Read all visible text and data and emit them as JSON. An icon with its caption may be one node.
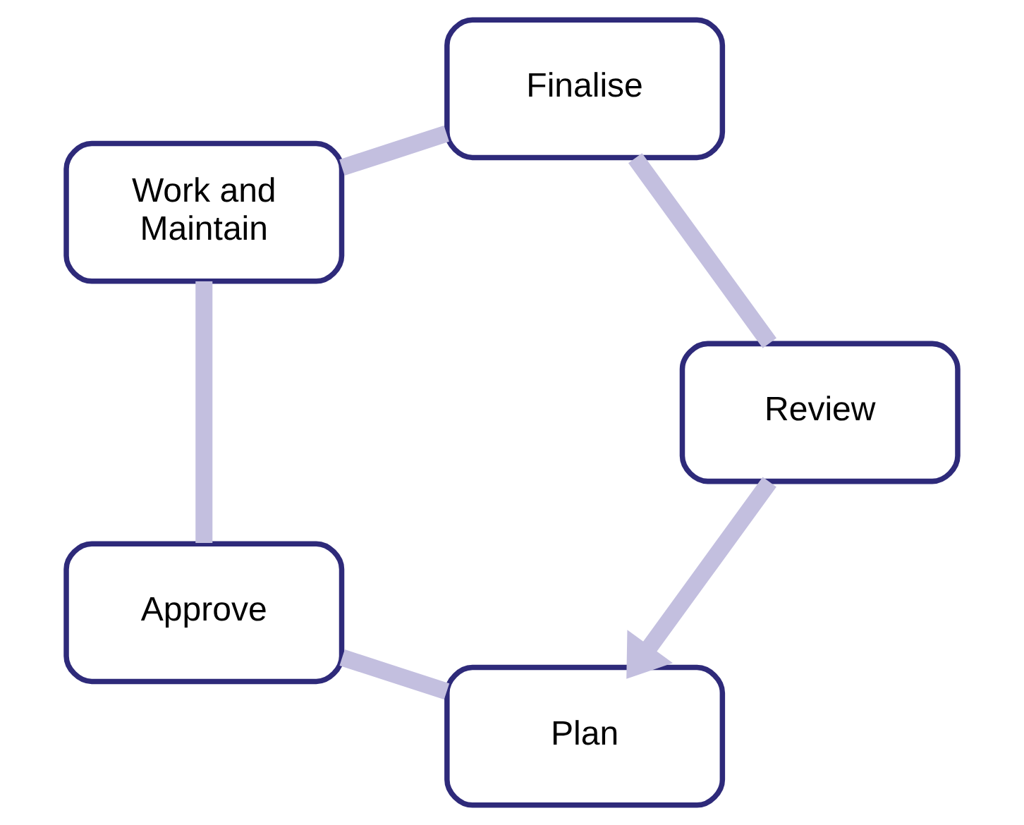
{
  "diagram": {
    "nodes": [
      {
        "text": [
          "Plan"
        ]
      },
      {
        "text": [
          "Approve"
        ]
      },
      {
        "text": [
          "Work and Maintain"
        ]
      },
      {
        "text": [
          "Finalise"
        ]
      },
      {
        "text": [
          "Review"
        ]
      }
    ],
    "edges": [
      {
        "from": 0,
        "to": 1,
        "arrow": "none"
      },
      {
        "from": 1,
        "to": 2,
        "arrow": "none"
      },
      {
        "from": 2,
        "to": 3,
        "arrow": "none"
      },
      {
        "from": 3,
        "to": 4,
        "arrow": "none"
      },
      {
        "from": 4,
        "to": 0,
        "arrow": "to"
      }
    ]
  }
}
